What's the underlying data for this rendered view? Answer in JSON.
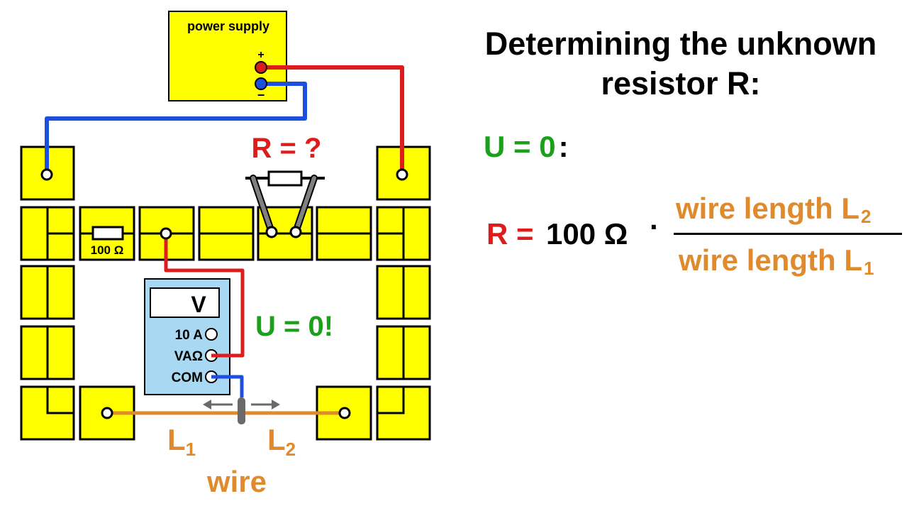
{
  "diagram": {
    "power_supply_label": "power supply",
    "plus_sign": "+",
    "minus_sign": "−",
    "unknown_resistor_label": "R = ?",
    "reference_resistor_label": "100 Ω",
    "meter": {
      "display": "V",
      "ports": [
        "10 A",
        "VAΩ",
        "COM"
      ]
    },
    "u_zero_label": "U = 0!",
    "wire_label": "wire",
    "length_labels": [
      {
        "main": "L",
        "sub": "1"
      },
      {
        "main": "L",
        "sub": "2"
      }
    ]
  },
  "explanation": {
    "title_line1": "Determining the unknown",
    "title_line2": "resistor R:",
    "condition": "U = 0",
    "condition_colon": ":",
    "formula_lhs": "R =",
    "formula_value": "100 Ω",
    "formula_dot": "·",
    "numerator": "wire length L",
    "numerator_sub": "2",
    "denominator": "wire length L",
    "denominator_sub": "1"
  },
  "colors": {
    "block_yellow": "#ffff00",
    "meter_blue": "#a9d9f2",
    "red_wire": "#dd1c1c",
    "blue_wire": "#1c4fdd",
    "orange_wire": "#e08a2e",
    "green_text": "#1aa01a"
  }
}
